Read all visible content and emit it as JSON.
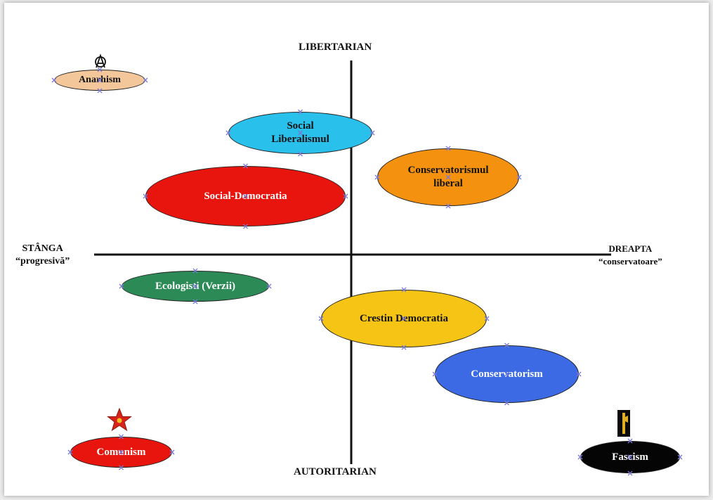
{
  "axes": {
    "top": "LIBERTARIAN",
    "bottom": "AUTORITARIAN",
    "left": [
      "STÂNGA",
      "“progresivă”"
    ],
    "right": [
      "DREAPTA",
      "“conservatoare”"
    ]
  },
  "ideologies": [
    {
      "id": "anarhism",
      "label": "Anarhism",
      "color": "#f4c79a",
      "text_color": "#111111"
    },
    {
      "id": "social-liberalism",
      "label_lines": [
        "Social",
        "Liberalismul"
      ],
      "color": "#2ac0ec",
      "text_color": "#111111"
    },
    {
      "id": "conservatorism-liberal",
      "label_lines": [
        "Conservatorismul",
        "liberal"
      ],
      "color": "#f4920f",
      "text_color": "#111111"
    },
    {
      "id": "social-democratia",
      "label": "Social-Democratia",
      "color": "#e8150e",
      "text_color": "#ffffff"
    },
    {
      "id": "ecologisti",
      "label": "Ecologisti (Verzii)",
      "color": "#2c8a57",
      "text_color": "#ffffff"
    },
    {
      "id": "crestin-democratia",
      "label": "Crestin Democratia",
      "color": "#f6c414",
      "text_color": "#111111"
    },
    {
      "id": "conservatorism",
      "label": "Conservatorism",
      "color": "#3c6ae4",
      "text_color": "#ffffff"
    },
    {
      "id": "comunism",
      "label": "Comunism",
      "color": "#e8150e",
      "text_color": "#ffffff"
    },
    {
      "id": "fascism",
      "label": "Fascism",
      "color": "#050505",
      "text_color": "#ffffff"
    }
  ],
  "icons": {
    "anarchy": "anarchy-symbol-icon",
    "communism": "red-star-icon",
    "fascism": "fasces-icon"
  }
}
